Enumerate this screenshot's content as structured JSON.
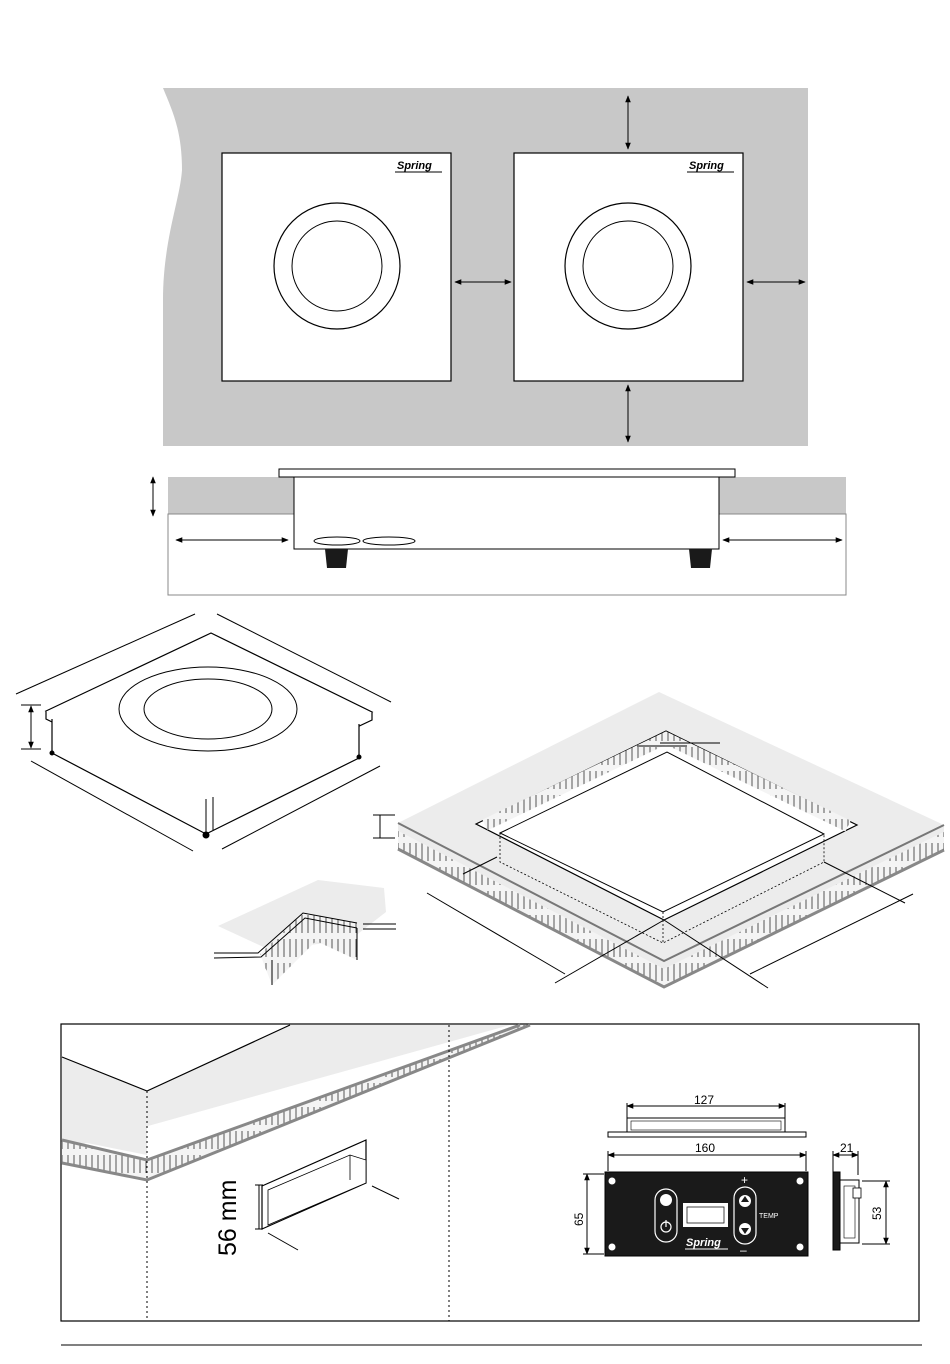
{
  "brand": {
    "logo_text": "Spring"
  },
  "cutout_detail": {
    "depth_label": "56 mm"
  },
  "control_panel": {
    "width_label": "160",
    "inner_width_label": "127",
    "height_label": "65",
    "depth_label": "21",
    "side_height_label": "53",
    "temp_label": "TEMP",
    "plus_label": "+",
    "minus_label": "–"
  },
  "colors": {
    "worktop_grey": "#c8c8c8",
    "light_grey": "#ececec",
    "panel_black": "#1a1a1a",
    "line": "#000000"
  }
}
